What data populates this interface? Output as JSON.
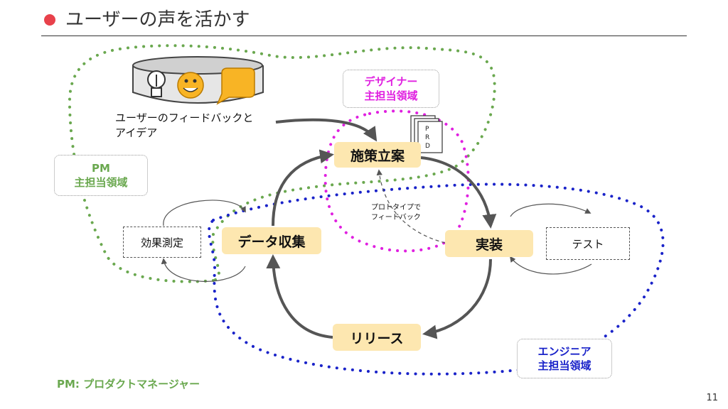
{
  "slide": {
    "title": "ユーザーの声を活かす",
    "page_number": "11",
    "pm_legend": "PM: プロダクトマネージャー"
  },
  "colors": {
    "accent_red": "#e8414b",
    "pm_green": "#6aa84f",
    "designer_magenta": "#e020e0",
    "engineer_blue": "#1a23c9",
    "step_fill": "#fde7b0"
  },
  "steps": {
    "plan": "施策立案",
    "implement": "実装",
    "release": "リリース",
    "data_collection": "データ収集"
  },
  "side_boxes": {
    "measure": "効果測定",
    "test": "テスト"
  },
  "notes": {
    "feedback_line1": "ユーザーのフィードバックと",
    "feedback_line2": "アイデア",
    "prototype_line1": "プロトタイプで",
    "prototype_line2": "フィードバック"
  },
  "roles": {
    "designer_line1": "デザイナー",
    "designer_line2": "主担当領域",
    "pm_line1": "PM",
    "pm_line2": "主担当領域",
    "engineer_line1": "エンジニア",
    "engineer_line2": "主担当領域"
  },
  "prd_letters": [
    "P",
    "R",
    "D"
  ],
  "icons": [
    "lightbulb-icon",
    "smiley-icon",
    "speech-bubble-icon",
    "document-stack-icon",
    "database-cylinder-icon"
  ]
}
